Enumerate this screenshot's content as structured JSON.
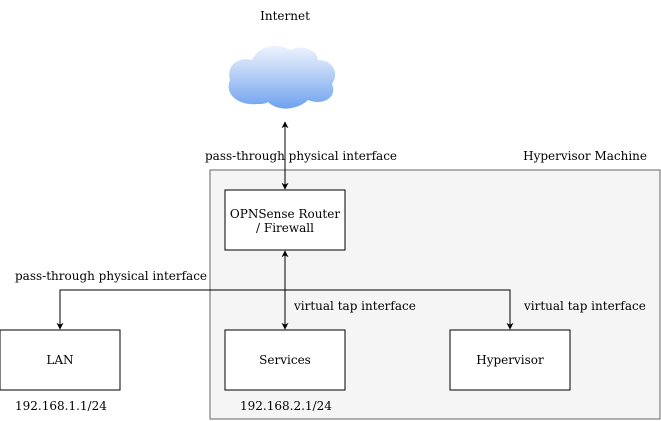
{
  "labels": {
    "internet": "Internet",
    "hypervisor_machine": "Hypervisor Machine",
    "passthrough_top": "pass-through physical interface",
    "passthrough_left": "pass-through physical interface",
    "vtap_services": "virtual tap interface",
    "vtap_hypervisor": "virtual tap interface",
    "lan_subnet": "192.168.1.1/24",
    "services_subnet": "192.168.2.1/24"
  },
  "nodes": {
    "router_line1": "OPNSense Router",
    "router_line2": "/ Firewall",
    "lan": "LAN",
    "services": "Services",
    "hypervisor": "Hypervisor"
  },
  "colors": {
    "container_fill": "#f5f5f5",
    "container_stroke": "#666666",
    "line": "#000000",
    "cloud_top": "#dae8fc",
    "cloud_bottom": "#7ea6e0"
  }
}
